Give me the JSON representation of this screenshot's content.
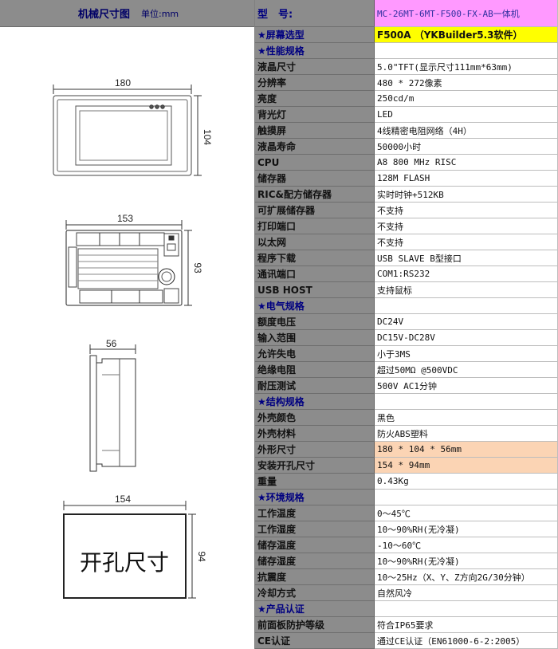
{
  "left": {
    "header_title": "机械尺寸图",
    "header_unit": "单位:mm",
    "dims": {
      "front_width": "180",
      "front_height": "104",
      "back_width": "153",
      "back_height": "93",
      "side_depth": "56",
      "cutout_width": "154",
      "cutout_height": "94"
    },
    "cutout_label": "开孔尺寸"
  },
  "model": {
    "label": "型　号:",
    "value": "MC-26MT-6MT-F500-FX-AB一体机"
  },
  "rows": [
    {
      "label": "★屏幕选型",
      "value": "F500A （YKBuilder5.3软件）",
      "style": "yellow",
      "section": true
    },
    {
      "label": "★性能规格",
      "value": "",
      "style": "",
      "section": true
    },
    {
      "label": "液晶尺寸",
      "value": "5.0\"TFT(显示尺寸111mm*63mm)",
      "style": ""
    },
    {
      "label": "分辨率",
      "value": "480 * 272像素",
      "style": ""
    },
    {
      "label": "亮度",
      "value": "250cd/m",
      "style": ""
    },
    {
      "label": "背光灯",
      "value": "LED",
      "style": ""
    },
    {
      "label": "触摸屏",
      "value": "4线精密电阻网络（4H）",
      "style": ""
    },
    {
      "label": "液晶寿命",
      "value": "50000小时",
      "style": ""
    },
    {
      "label": "CPU",
      "value": "A8 800 MHz RISC",
      "style": ""
    },
    {
      "label": "储存器",
      "value": "128M FLASH",
      "style": ""
    },
    {
      "label": "RIC&配方储存器",
      "value": "实时时钟+512KB",
      "style": ""
    },
    {
      "label": "可扩展储存器",
      "value": "不支持",
      "style": ""
    },
    {
      "label": "打印端口",
      "value": "不支持",
      "style": ""
    },
    {
      "label": "以太网",
      "value": "不支持",
      "style": ""
    },
    {
      "label": "程序下载",
      "value": "USB SLAVE B型接口",
      "style": ""
    },
    {
      "label": "通讯端口",
      "value": "COM1:RS232",
      "style": ""
    },
    {
      "label": "USB HOST",
      "value": "支持鼠标",
      "style": ""
    },
    {
      "label": "★电气规格",
      "value": "",
      "style": "",
      "section": true
    },
    {
      "label": "额度电压",
      "value": "DC24V",
      "style": ""
    },
    {
      "label": "输入范围",
      "value": "DC15V-DC28V",
      "style": ""
    },
    {
      "label": "允许失电",
      "value": "小于3MS",
      "style": ""
    },
    {
      "label": "绝缘电阻",
      "value": "超过50MΩ @500VDC",
      "style": ""
    },
    {
      "label": "耐压测试",
      "value": "500V AC1分钟",
      "style": ""
    },
    {
      "label": "★结构规格",
      "value": "",
      "style": "",
      "section": true
    },
    {
      "label": "外壳颜色",
      "value": "黑色",
      "style": ""
    },
    {
      "label": "外壳材料",
      "value": "防火ABS塑料",
      "style": ""
    },
    {
      "label": "外形尺寸",
      "value": "180 * 104 * 56mm",
      "style": "peach"
    },
    {
      "label": "安装开孔尺寸",
      "value": "154 * 94mm",
      "style": "peach"
    },
    {
      "label": "重量",
      "value": "0.43Kg",
      "style": ""
    },
    {
      "label": "★环境规格",
      "value": "",
      "style": "",
      "section": true
    },
    {
      "label": "工作温度",
      "value": "0～45℃",
      "style": ""
    },
    {
      "label": "工作湿度",
      "value": "10～90%RH(无冷凝)",
      "style": ""
    },
    {
      "label": "储存温度",
      "value": "-10～60℃",
      "style": ""
    },
    {
      "label": "储存湿度",
      "value": "10～90%RH(无冷凝)",
      "style": ""
    },
    {
      "label": "抗震度",
      "value": "10～25Hz（X、Y、Z方向2G/30分钟）",
      "style": ""
    },
    {
      "label": "冷却方式",
      "value": "自然风冷",
      "style": ""
    },
    {
      "label": "★产品认证",
      "value": "",
      "style": "",
      "section": true
    },
    {
      "label": "前面板防护等级",
      "value": "符合IP65要求",
      "style": ""
    },
    {
      "label": "CE认证",
      "value": "通过CE认证（EN61000-6-2:2005）",
      "style": ""
    }
  ]
}
